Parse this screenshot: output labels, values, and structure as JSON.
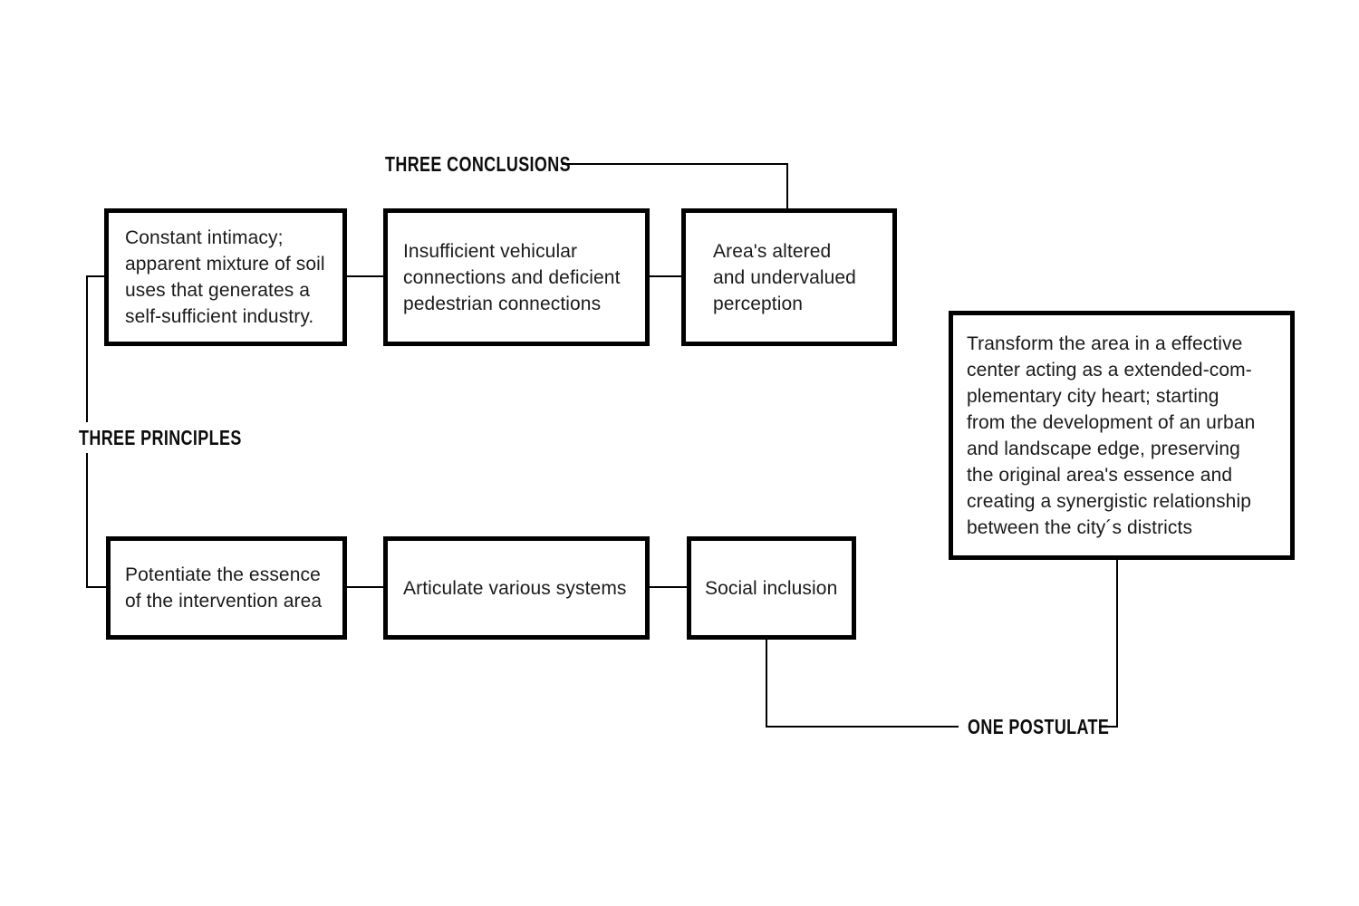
{
  "diagram": {
    "colors": {
      "background": "#ffffff",
      "line": "#000000",
      "border": "#000000",
      "text": "#1b1b1b"
    },
    "labels": {
      "conclusions": "THREE CONCLUSIONS",
      "principles": "THREE PRINCIPLES",
      "postulate": "ONE POSTULATE"
    },
    "conclusion_boxes": [
      {
        "text": "Constant intimacy;\napparent mixture of soil\nuses that generates a\nself-sufficient industry."
      },
      {
        "text": "Insufficient vehicular\nconnections and deficient\npedestrian connections"
      },
      {
        "text": "Area's altered\nand undervalued\nperception"
      }
    ],
    "principle_boxes": [
      {
        "text": "Potentiate the essence\nof the intervention area"
      },
      {
        "text": "Articulate various systems"
      },
      {
        "text": "Social inclusion"
      }
    ],
    "postulate_box": {
      "text": "Transform the area in a effective\ncenter acting as a extended-com-\nplementary city heart; starting\nfrom the development of an urban\nand landscape edge, preserving\nthe original  area's essence and\ncreating a synergistic relationship\nbetween the  city´s districts"
    }
  }
}
